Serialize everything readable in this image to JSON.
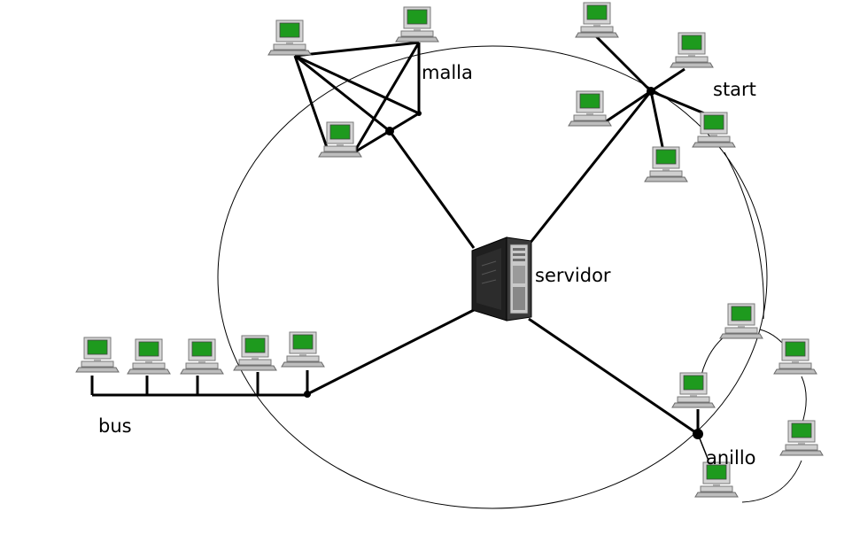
{
  "labels": {
    "mesh": "malla",
    "star": "start",
    "server": "servidor",
    "bus": "bus",
    "ring": "anillo"
  },
  "colors": {
    "screen": "#1e9a1e",
    "monitor_body": "#d4d4d4",
    "server_body": "#2b2b2b",
    "server_front": "#c9c9c9",
    "line": "#000000",
    "background": "#ffffff"
  },
  "icons": {
    "computer": "computer-icon",
    "server": "server-icon",
    "junction": "junction-dot"
  }
}
